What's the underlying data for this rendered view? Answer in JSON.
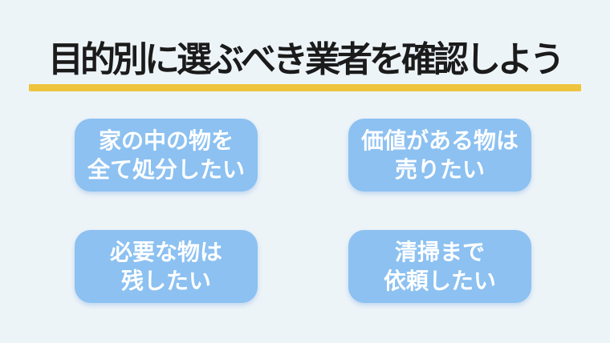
{
  "page": {
    "background_color": "#edf4f8"
  },
  "header": {
    "title": "目的別に選ぶべき業者を確認しよう",
    "title_color": "#1b1b1b",
    "underline_color": "#eec43d"
  },
  "box_style": {
    "background_color": "#8cc1f1",
    "text_color": "#ffffff"
  },
  "boxes": [
    {
      "line1": "家の中の物を",
      "line2": "全て処分したい"
    },
    {
      "line1": "価値がある物は",
      "line2": "売りたい"
    },
    {
      "line1": "必要な物は",
      "line2": "残したい"
    },
    {
      "line1": "清掃まで",
      "line2": "依頼したい"
    }
  ]
}
